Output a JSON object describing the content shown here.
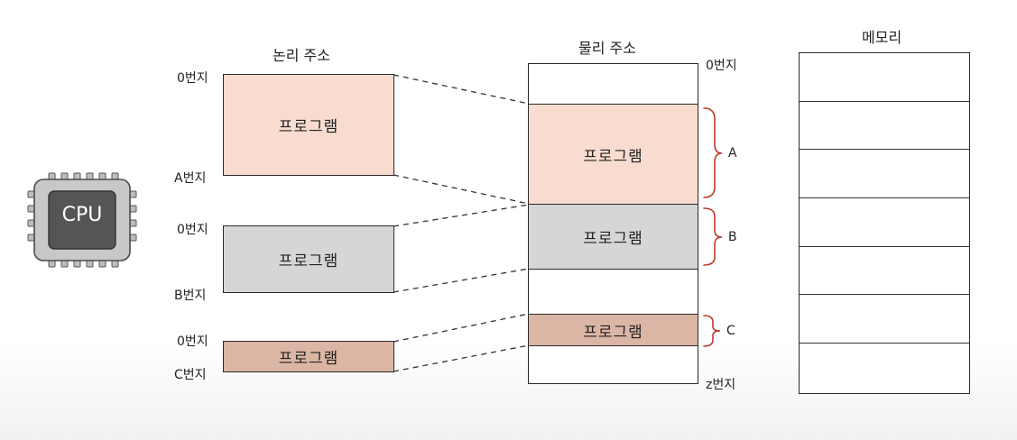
{
  "logical": {
    "title": "논리 주소",
    "blocks": [
      {
        "label": "프로그램",
        "start": "0번지",
        "end": "A번지",
        "color": "#f8dccf"
      },
      {
        "label": "프로그램",
        "start": "0번지",
        "end": "B번지",
        "color": "#d6d6d6"
      },
      {
        "label": "프로그램",
        "start": "0번지",
        "end": "C번지",
        "color": "#dcb6a5"
      }
    ]
  },
  "physical": {
    "title": "물리 주소",
    "start": "0번지",
    "end": "z번지",
    "blocks": [
      {
        "label": "프로그램",
        "brace": "A",
        "color": "#f8dccf"
      },
      {
        "label": "프로그램",
        "brace": "B",
        "color": "#d6d6d6"
      },
      {
        "label": "프로그램",
        "brace": "C",
        "color": "#dcb6a5"
      }
    ]
  },
  "memory": {
    "title": "메모리"
  },
  "cpu": {
    "label": "CPU"
  },
  "colors": {
    "brace": "#c0392b",
    "line": "#333333"
  }
}
